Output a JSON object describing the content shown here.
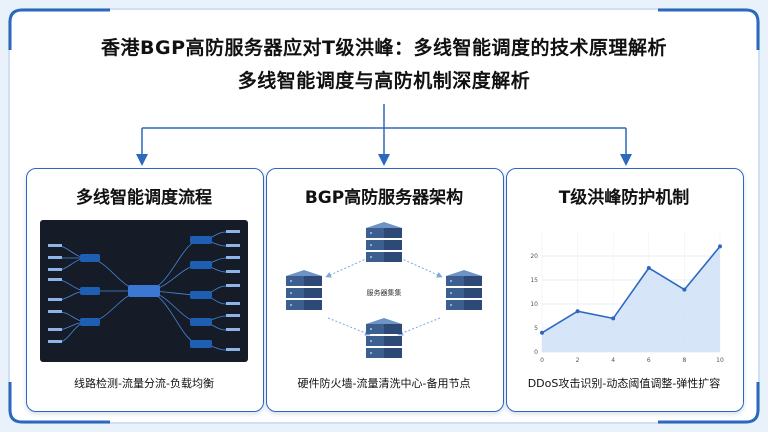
{
  "title_line1": "香港BGP高防服务器应对T级洪峰：多线智能调度的技术原理解析",
  "title_line2": "多线智能调度与高防机制深度解析",
  "cards": [
    {
      "title": "多线智能调度流程",
      "caption": "线路检测-流量分流-负载均衡"
    },
    {
      "title": "BGP高防服务器架构",
      "caption": "硬件防火墙-流量清洗中心-备用节点"
    },
    {
      "title": "T级洪峰防护机制",
      "caption": "DDoS攻击识别-动态阈值调整-弹性扩容"
    }
  ],
  "diagram": {
    "center_label": "服务器集集"
  },
  "colors": {
    "accent": "#2d68bf",
    "line": "#4a86d8",
    "chart_fill": "#cfe0f6",
    "mindmap_bg": "#151c28"
  },
  "chart_data": {
    "type": "area",
    "x": [
      0,
      2,
      4,
      6,
      8,
      10
    ],
    "y": [
      4,
      8.5,
      7,
      17.5,
      13,
      22
    ],
    "xticks": [
      0,
      2,
      4,
      6,
      8,
      10
    ],
    "yticks": [
      0,
      5,
      10,
      15,
      20
    ],
    "xlim": [
      0,
      10
    ],
    "ylim": [
      0,
      25
    ],
    "grid": true
  }
}
